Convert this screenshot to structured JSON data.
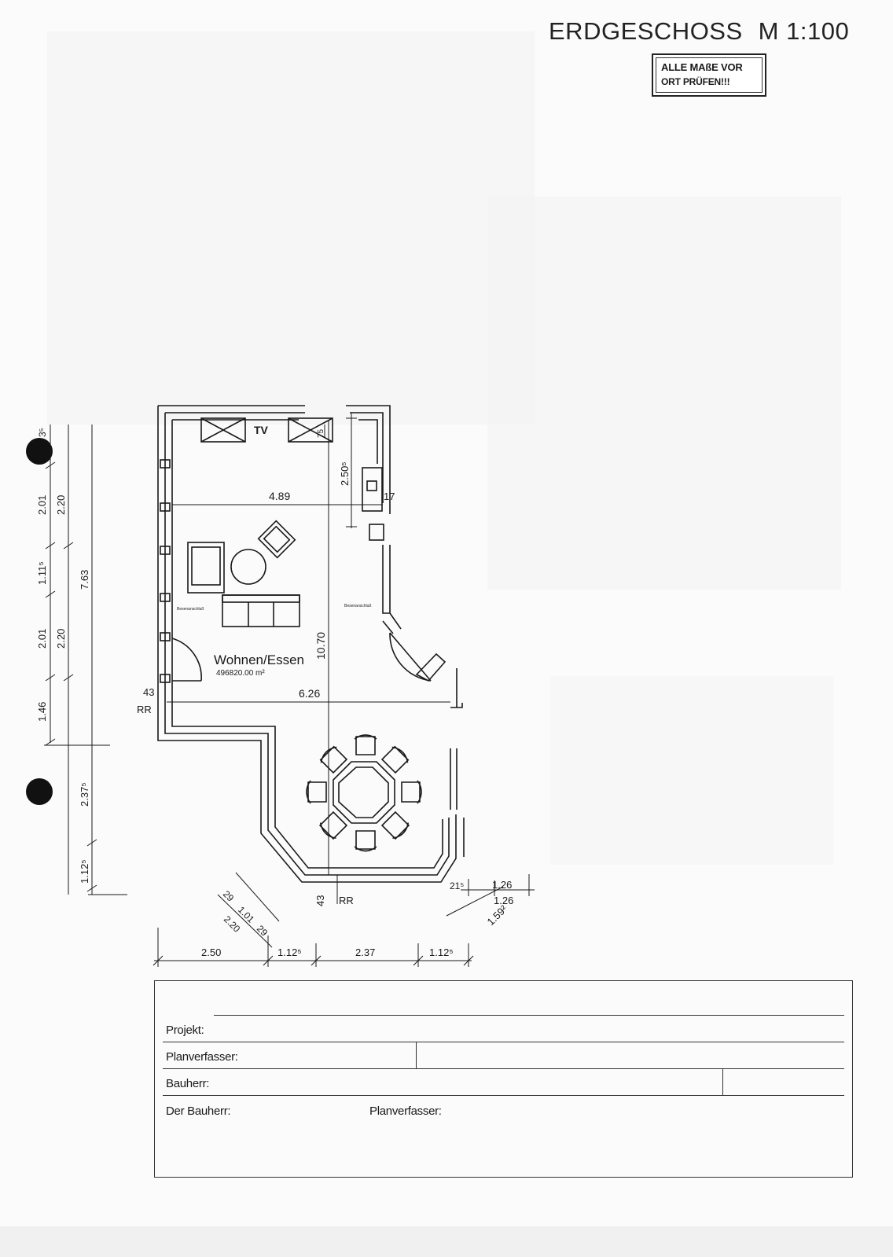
{
  "header": {
    "title": "ERDGESCHOSS",
    "scale": "M 1:100",
    "stamp_line1": "ALLE MAßE VOR",
    "stamp_line2": "ORT PRÜFEN!!!"
  },
  "plan": {
    "tv_label": "TV",
    "room_name": "Wohnen/Essen",
    "room_area": "496820.00 m²",
    "socket_label": "Besenanschluß",
    "radiator_label": "RR",
    "dims": {
      "left_col1": [
        "3⁵",
        "2.01",
        "1.11⁵",
        "2.01",
        "1.46"
      ],
      "left_col2": [
        "2.20",
        "2.20",
        "2.37⁵",
        "1.12⁵"
      ],
      "left_total": "7.63",
      "width_top": "4.89",
      "width_mid": "6.26",
      "height_total": "10.70",
      "kitchen_dim": "2.50⁵",
      "tv_dim": "75",
      "side_small": "17",
      "left_43": "43",
      "bottom_43": "43",
      "bottom": [
        "2.50",
        "1.12⁵",
        "2.37",
        "1.12⁵"
      ],
      "diag_left": [
        "29",
        "1.01",
        "29",
        "2.20"
      ],
      "diag_right": [
        "21⁵",
        "1.26",
        "1.26",
        "1.59²"
      ]
    }
  },
  "title_block": {
    "projekt": "Projekt:",
    "planverfasser": "Planverfasser:",
    "bauherr": "Bauherr:",
    "der_bauherr": "Der Bauherr:",
    "planverfasser_sig": "Planverfasser:"
  },
  "colors": {
    "ink": "#1a1a1a",
    "paper": "#fbfbfb"
  }
}
